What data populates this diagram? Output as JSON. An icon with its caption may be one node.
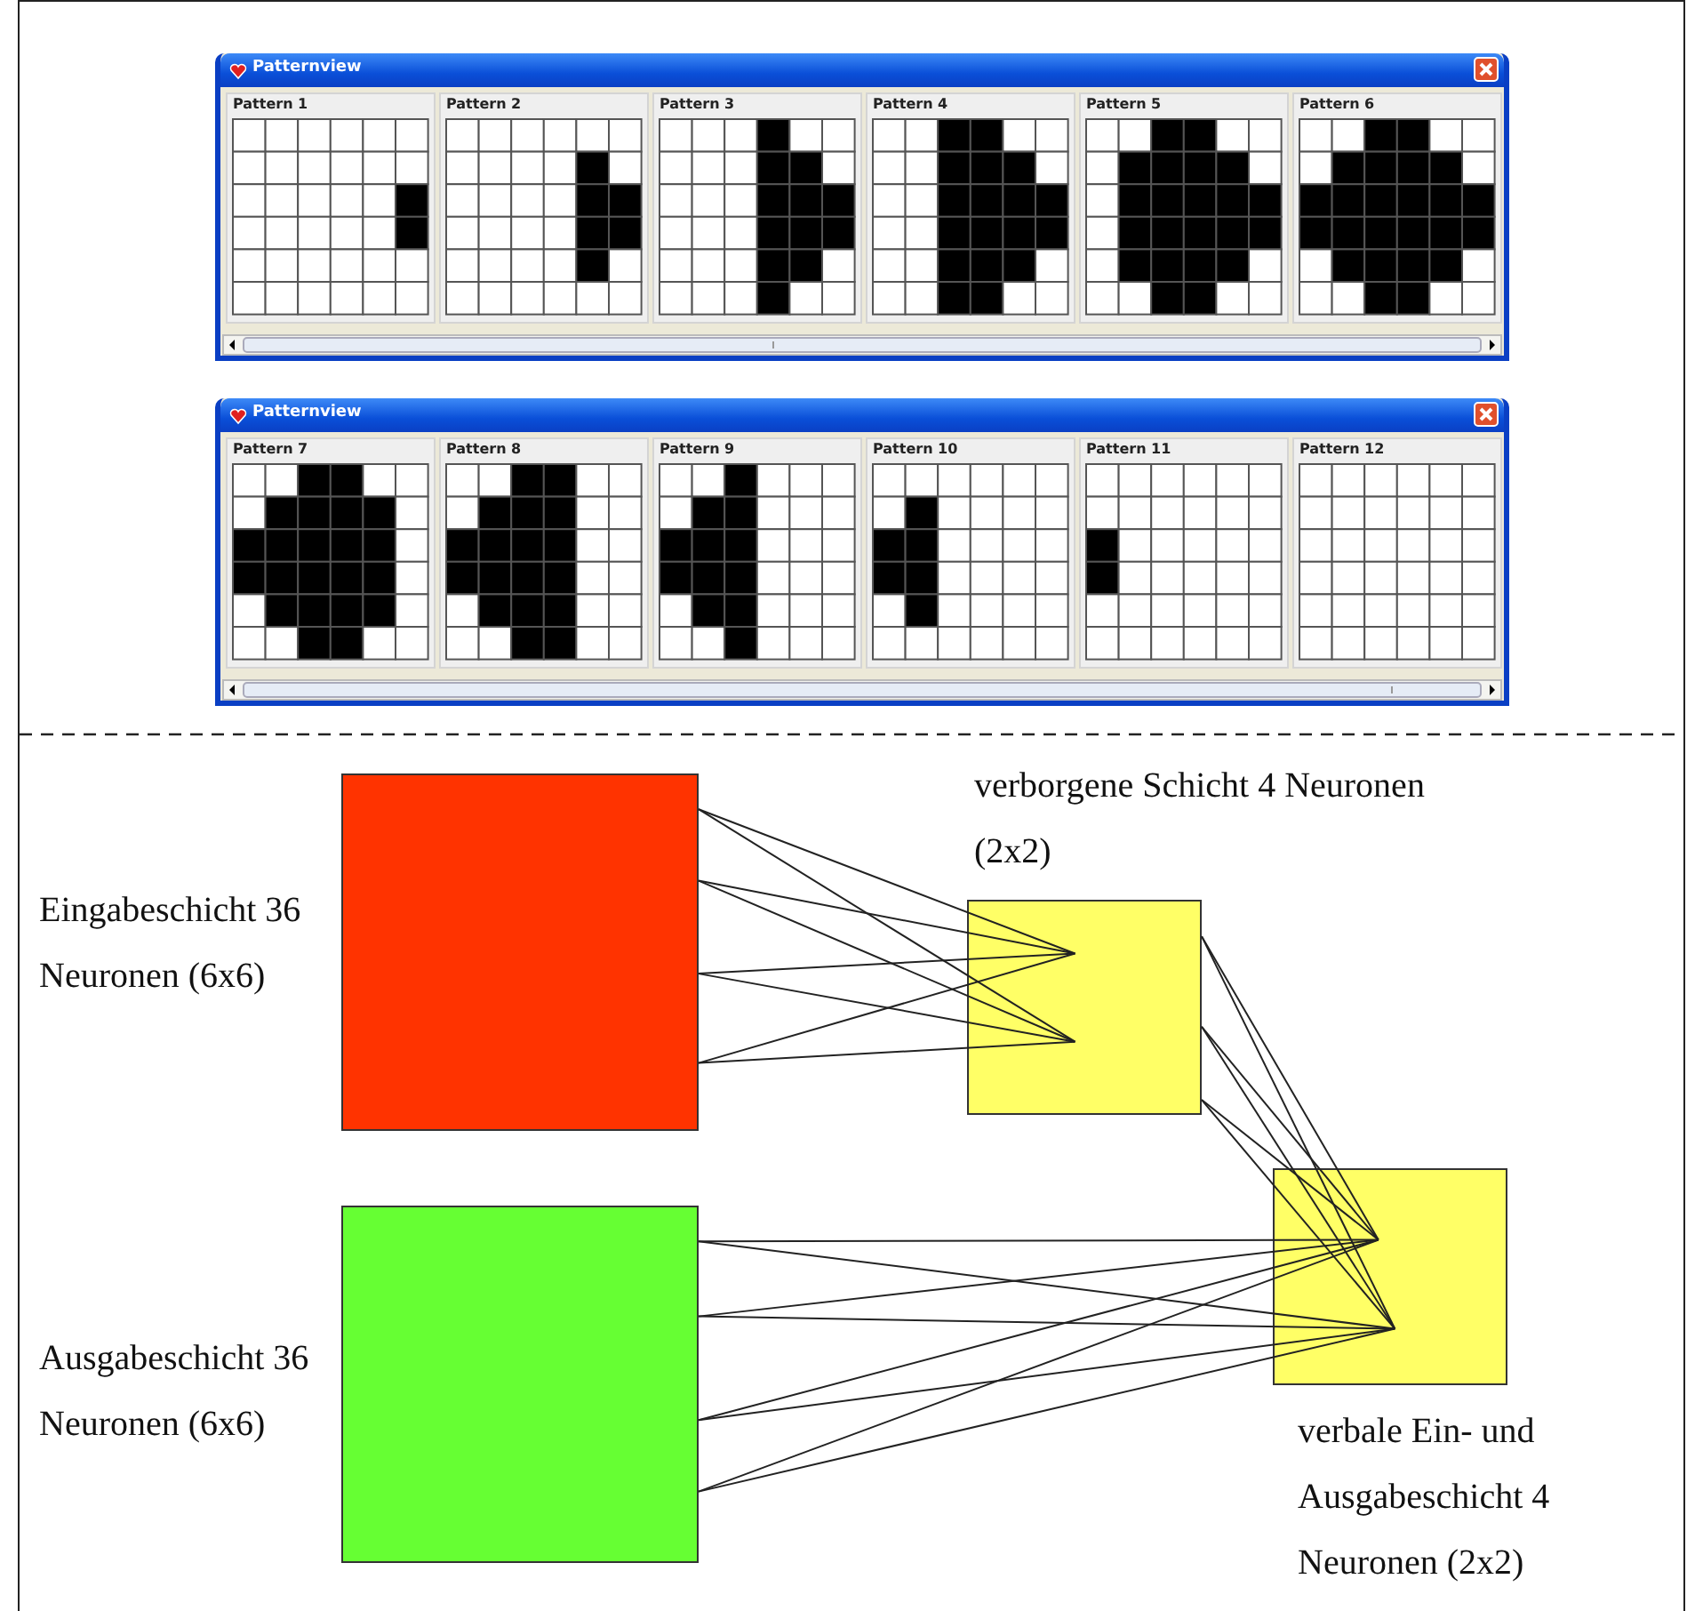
{
  "diagram": {
    "nodes": [
      {
        "text": [
          "Patternview"
        ]
      },
      {
        "text": [
          "Pattern 1"
        ],
        "in": 0
      },
      {
        "text": [
          "Pattern 2"
        ],
        "in": 0
      },
      {
        "text": [
          "Pattern 3"
        ],
        "in": 0
      },
      {
        "text": [
          "Pattern 4"
        ],
        "in": 0
      },
      {
        "text": [
          "Pattern 5"
        ],
        "in": 0
      },
      {
        "text": [
          "Pattern 6"
        ],
        "in": 0
      },
      {
        "text": [
          "Patternview"
        ]
      },
      {
        "text": [
          "Pattern 7"
        ],
        "in": 7
      },
      {
        "text": [
          "Pattern 8"
        ],
        "in": 7
      },
      {
        "text": [
          "Pattern 9"
        ],
        "in": 7
      },
      {
        "text": [
          "Pattern 10"
        ],
        "in": 7
      },
      {
        "text": [
          "Pattern 11"
        ],
        "in": 7
      },
      {
        "text": [
          "Pattern 12"
        ],
        "in": 7
      },
      {
        "text": [
          "Eingabeschicht 36 Neuronen (6x6)"
        ]
      },
      {
        "text": [
          "verborgene Schicht 4 Neuronen (2x2)"
        ]
      },
      {
        "text": [
          "Ausgabeschicht 36 Neuronen (6x6)"
        ]
      },
      {
        "text": [
          "verbale Ein- und Ausgabeschicht 4 Neuronen (2x2)"
        ]
      }
    ],
    "edges": [
      {
        "from": 14,
        "to": 15,
        "arrow": "none"
      },
      {
        "from": 14,
        "to": 15,
        "arrow": "none"
      },
      {
        "from": 14,
        "to": 15,
        "arrow": "none"
      },
      {
        "from": 14,
        "to": 15,
        "arrow": "none"
      },
      {
        "from": 14,
        "to": 15,
        "arrow": "none"
      },
      {
        "from": 14,
        "to": 15,
        "arrow": "none"
      },
      {
        "from": 14,
        "to": 15,
        "arrow": "none"
      },
      {
        "from": 14,
        "to": 15,
        "arrow": "none"
      },
      {
        "from": 15,
        "to": 17,
        "arrow": "none"
      },
      {
        "from": 15,
        "to": 17,
        "arrow": "none"
      },
      {
        "from": 15,
        "to": 17,
        "arrow": "none"
      },
      {
        "from": 15,
        "to": 17,
        "arrow": "none"
      },
      {
        "from": 15,
        "to": 17,
        "arrow": "none"
      },
      {
        "from": 15,
        "to": 17,
        "arrow": "none"
      },
      {
        "from": 16,
        "to": 17,
        "arrow": "none"
      },
      {
        "from": 16,
        "to": 17,
        "arrow": "none"
      },
      {
        "from": 16,
        "to": 17,
        "arrow": "none"
      },
      {
        "from": 16,
        "to": 17,
        "arrow": "none"
      },
      {
        "from": 16,
        "to": 17,
        "arrow": "none"
      },
      {
        "from": 16,
        "to": 17,
        "arrow": "none"
      },
      {
        "from": 16,
        "to": 17,
        "arrow": "none"
      },
      {
        "from": 16,
        "to": 17,
        "arrow": "none"
      }
    ]
  }
}
